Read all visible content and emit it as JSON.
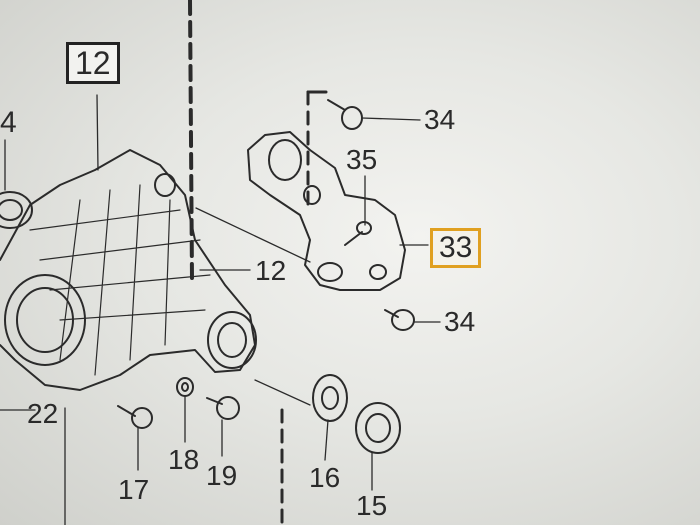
{
  "diagram": {
    "callouts": [
      {
        "id": "c12box",
        "text": "12"
      },
      {
        "id": "c4",
        "text": "4"
      },
      {
        "id": "c12",
        "text": "12"
      },
      {
        "id": "c34a",
        "text": "34"
      },
      {
        "id": "c35",
        "text": "35"
      },
      {
        "id": "c33",
        "text": "33"
      },
      {
        "id": "c34b",
        "text": "34"
      },
      {
        "id": "c22",
        "text": "22"
      },
      {
        "id": "c18",
        "text": "18"
      },
      {
        "id": "c19",
        "text": "19"
      },
      {
        "id": "c17",
        "text": "17"
      },
      {
        "id": "c16",
        "text": "16"
      },
      {
        "id": "c15",
        "text": "15"
      }
    ],
    "highlight_color": "#e0a020",
    "line_color": "#2a2a2a"
  }
}
